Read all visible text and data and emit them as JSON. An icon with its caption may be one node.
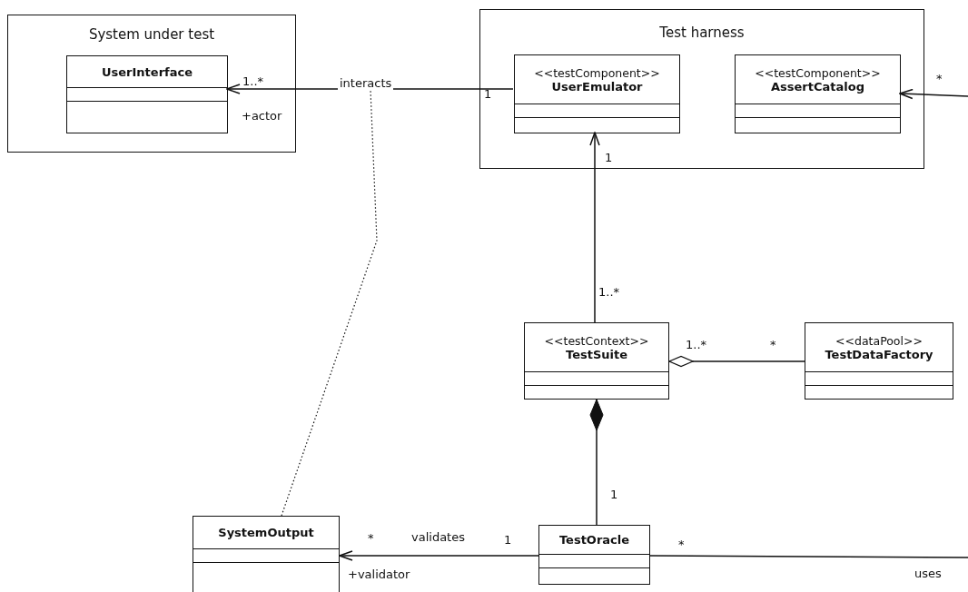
{
  "diagram": {
    "nodes": [
      {
        "text": [
          "System under test"
        ]
      },
      {
        "text": [
          "UserInterface"
        ],
        "in": 0
      },
      {
        "text": [
          "Test harness"
        ]
      },
      {
        "text": [
          "<<testComponent>>",
          "UserEmulator"
        ],
        "in": 2
      },
      {
        "text": [
          "<<testComponent>>",
          "AssertCatalog"
        ],
        "in": 2
      },
      {
        "text": [
          "<<testContext>>",
          "TestSuite"
        ]
      },
      {
        "text": [
          "<<dataPool>>",
          "TestDataFactory"
        ]
      },
      {
        "text": [
          "SystemOutput"
        ]
      },
      {
        "text": [
          "TestOracle"
        ]
      }
    ],
    "edges": [
      {
        "from": 3,
        "to": 1,
        "arrow": "to",
        "label": "interacts"
      },
      {
        "from": 5,
        "to": 3,
        "arrow": "to"
      },
      {
        "from": 5,
        "to": 6,
        "arrow": "other"
      },
      {
        "from": 5,
        "to": 8,
        "arrow": "other"
      },
      {
        "from": 8,
        "to": 7,
        "arrow": "to",
        "label": "validates"
      },
      {
        "from": 8,
        "to": null,
        "arrow": "none",
        "label": "uses"
      },
      {
        "from": null,
        "to": 4,
        "arrow": "to"
      },
      {
        "from": 7,
        "to": null,
        "arrow": "none",
        "style": "dashed"
      }
    ],
    "labels": [
      "*",
      "1..*",
      "1",
      "+actor",
      "1",
      "1..*",
      "1..*",
      "*",
      "1",
      "*",
      "1",
      "*",
      "+validator"
    ]
  }
}
